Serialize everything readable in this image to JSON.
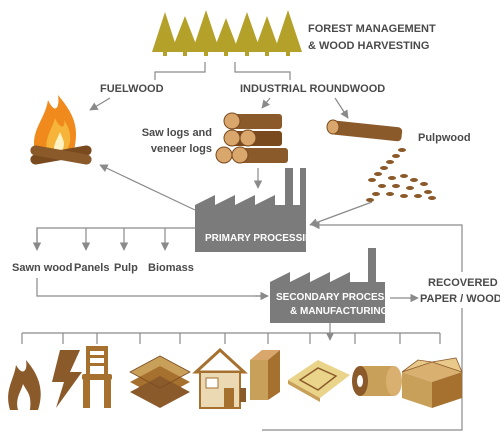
{
  "title": {
    "line1": "FOREST MANAGEMENT",
    "line2": "& WOOD HARVESTING"
  },
  "labels": {
    "fuelwood": "FUELWOOD",
    "industrial_roundwood": "INDUSTRIAL ROUNDWOOD",
    "saw_logs_line1": "Saw logs and",
    "saw_logs_line2": "veneer logs",
    "pulpwood": "Pulpwood",
    "primary_processing": "PRIMARY PROCESSING",
    "secondary_line1": "SECONDARY PROCESSING",
    "secondary_line2": "& MANUFACTURING",
    "recovered_line1": "RECOVERED",
    "recovered_line2": "PAPER / WOOD"
  },
  "primary_outputs": [
    "Sawn wood",
    "Panels",
    "Pulp",
    "Biomass"
  ],
  "end_products": [
    "fire-icon",
    "lightning-icon",
    "chair-icon",
    "flooring-panels-icon",
    "timber-house-icon",
    "milk-carton-icon",
    "paper-pad-icon",
    "paper-roll-icon",
    "cardboard-box-icon"
  ],
  "colors": {
    "tree": "#b3a12a",
    "factory": "#7b7b7b",
    "wood_brown": "#8b5a2b",
    "fire_orange": "#f08a1c",
    "text": "#4a4a4a",
    "connector": "#8a8a8a"
  }
}
